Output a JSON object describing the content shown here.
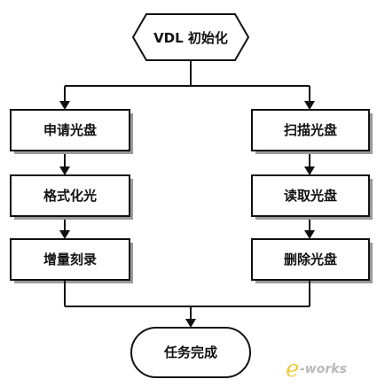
{
  "diagram": {
    "start": "VDL 初始化",
    "left_branch": [
      "申请光盘",
      "格式化光",
      "增量刻录"
    ],
    "right_branch": [
      "扫描光盘",
      "读取光盘",
      "删除光盘"
    ],
    "end": "任务完成"
  },
  "watermark": {
    "e": "e",
    "works": "-works"
  }
}
